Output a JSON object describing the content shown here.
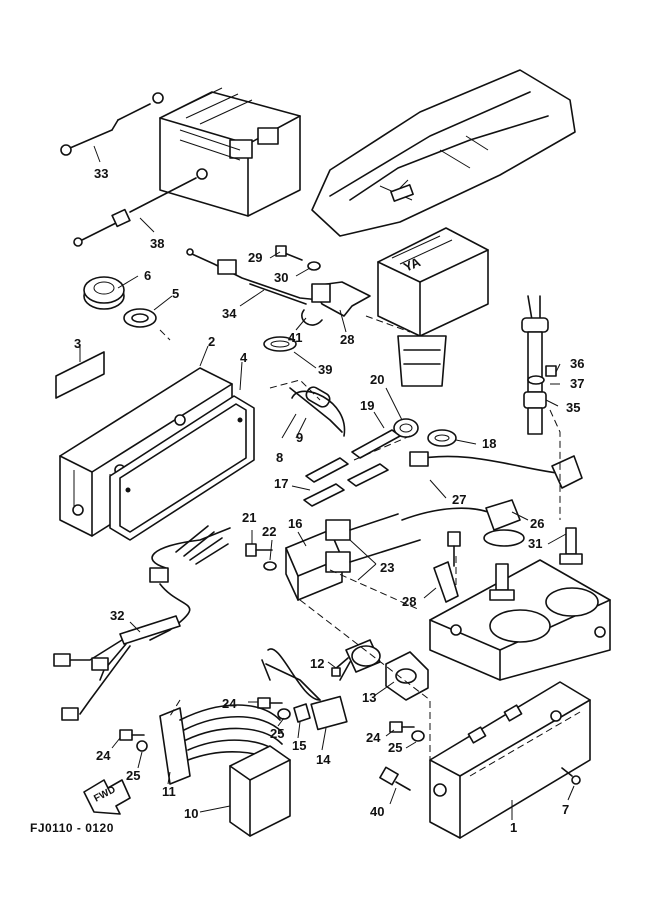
{
  "figure_code": "FJ0110 - 0120",
  "fwd_label": "FWD",
  "callouts": [
    {
      "id": "c33",
      "label": "33"
    },
    {
      "id": "c38",
      "label": "38"
    },
    {
      "id": "c6",
      "label": "6"
    },
    {
      "id": "c5",
      "label": "5"
    },
    {
      "id": "c3",
      "label": "3"
    },
    {
      "id": "c2",
      "label": "2"
    },
    {
      "id": "c4",
      "label": "4"
    },
    {
      "id": "c29",
      "label": "29"
    },
    {
      "id": "c30",
      "label": "30"
    },
    {
      "id": "c34",
      "label": "34"
    },
    {
      "id": "c41",
      "label": "41"
    },
    {
      "id": "c28a",
      "label": "28"
    },
    {
      "id": "c39",
      "label": "39"
    },
    {
      "id": "c9",
      "label": "9"
    },
    {
      "id": "c8",
      "label": "8"
    },
    {
      "id": "c20",
      "label": "20"
    },
    {
      "id": "c19",
      "label": "19"
    },
    {
      "id": "c18",
      "label": "18"
    },
    {
      "id": "c36",
      "label": "36"
    },
    {
      "id": "c37",
      "label": "37"
    },
    {
      "id": "c35",
      "label": "35"
    },
    {
      "id": "c17",
      "label": "17"
    },
    {
      "id": "c27",
      "label": "27"
    },
    {
      "id": "c26",
      "label": "26"
    },
    {
      "id": "c21",
      "label": "21"
    },
    {
      "id": "c22",
      "label": "22"
    },
    {
      "id": "c16",
      "label": "16"
    },
    {
      "id": "c23",
      "label": "23"
    },
    {
      "id": "c31",
      "label": "31"
    },
    {
      "id": "c28b",
      "label": "28"
    },
    {
      "id": "c32",
      "label": "32"
    },
    {
      "id": "c12",
      "label": "12"
    },
    {
      "id": "c13",
      "label": "13"
    },
    {
      "id": "c24a",
      "label": "24"
    },
    {
      "id": "c25a",
      "label": "25"
    },
    {
      "id": "c15",
      "label": "15"
    },
    {
      "id": "c14",
      "label": "14"
    },
    {
      "id": "c24b",
      "label": "24"
    },
    {
      "id": "c25b",
      "label": "25"
    },
    {
      "id": "c24c",
      "label": "24"
    },
    {
      "id": "c25c",
      "label": "25"
    },
    {
      "id": "c11",
      "label": "11"
    },
    {
      "id": "c10",
      "label": "10"
    },
    {
      "id": "c40",
      "label": "40"
    },
    {
      "id": "c1",
      "label": "1"
    },
    {
      "id": "c7",
      "label": "7"
    }
  ]
}
